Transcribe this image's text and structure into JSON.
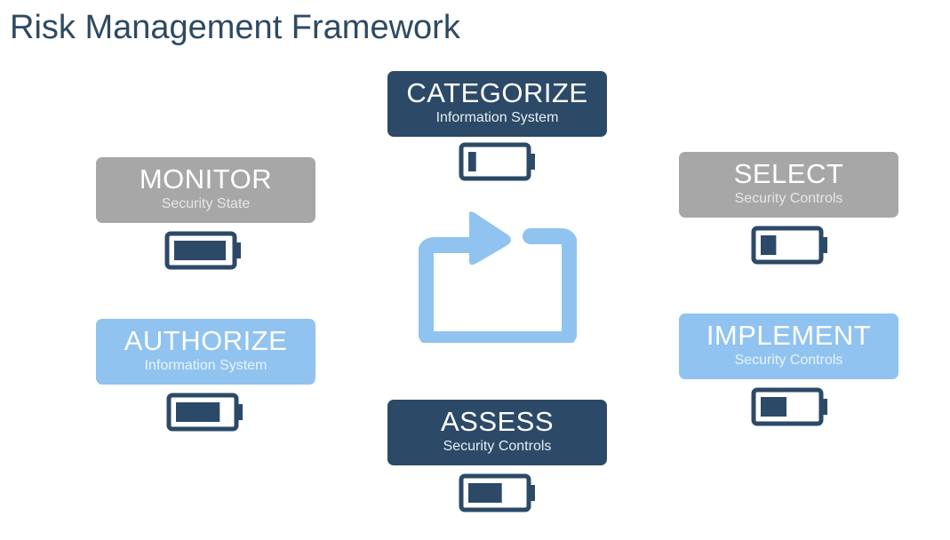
{
  "title": "Risk Management Framework",
  "colors": {
    "dark": "#2c4a67",
    "gray": "#a7a7a7",
    "light": "#90c3f0",
    "battery": "#2c4a67",
    "cycle": "#90c3f0"
  },
  "steps": {
    "categorize": {
      "title": "CATEGORIZE",
      "subtitle": "Information System",
      "battery_level": 0.15
    },
    "select": {
      "title": "SELECT",
      "subtitle": "Security Controls",
      "battery_level": 0.3
    },
    "implement": {
      "title": "IMPLEMENT",
      "subtitle": "Security Controls",
      "battery_level": 0.5
    },
    "assess": {
      "title": "ASSESS",
      "subtitle": "Security Controls",
      "battery_level": 0.65
    },
    "authorize": {
      "title": "AUTHORIZE",
      "subtitle": "Information System",
      "battery_level": 0.85
    },
    "monitor": {
      "title": "MONITOR",
      "subtitle": "Security State",
      "battery_level": 1.0
    }
  },
  "center_icon": "cycle-arrow-icon"
}
